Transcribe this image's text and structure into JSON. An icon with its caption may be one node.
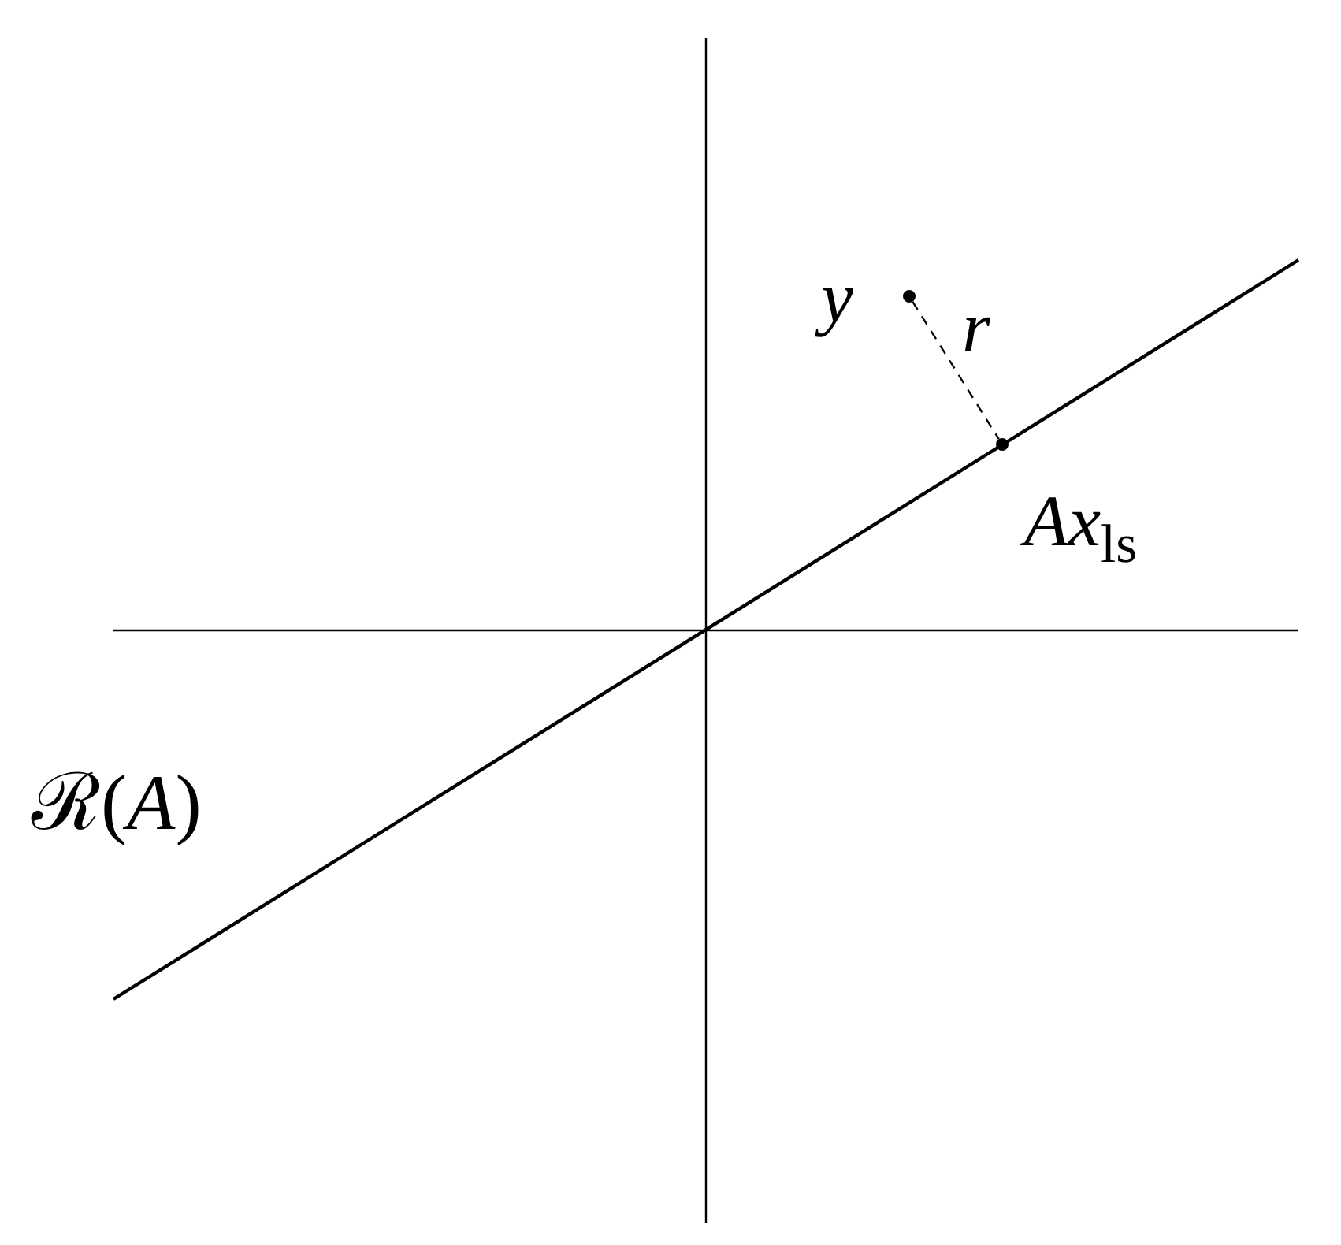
{
  "diagram": {
    "nodes": [
      {
        "text": [],
        "shape": "circle",
        "beside": [
          "y"
        ]
      },
      {
        "text": [],
        "shape": "circle",
        "beside": [
          "*Ax*$_{ls}$"
        ]
      }
    ],
    "edges": [
      {
        "from": 0,
        "to": 1,
        "arrow": "none",
        "style": "dashed",
        "label": "r"
      }
    ],
    "labels": [
      "ℛ(*A*)"
    ]
  }
}
